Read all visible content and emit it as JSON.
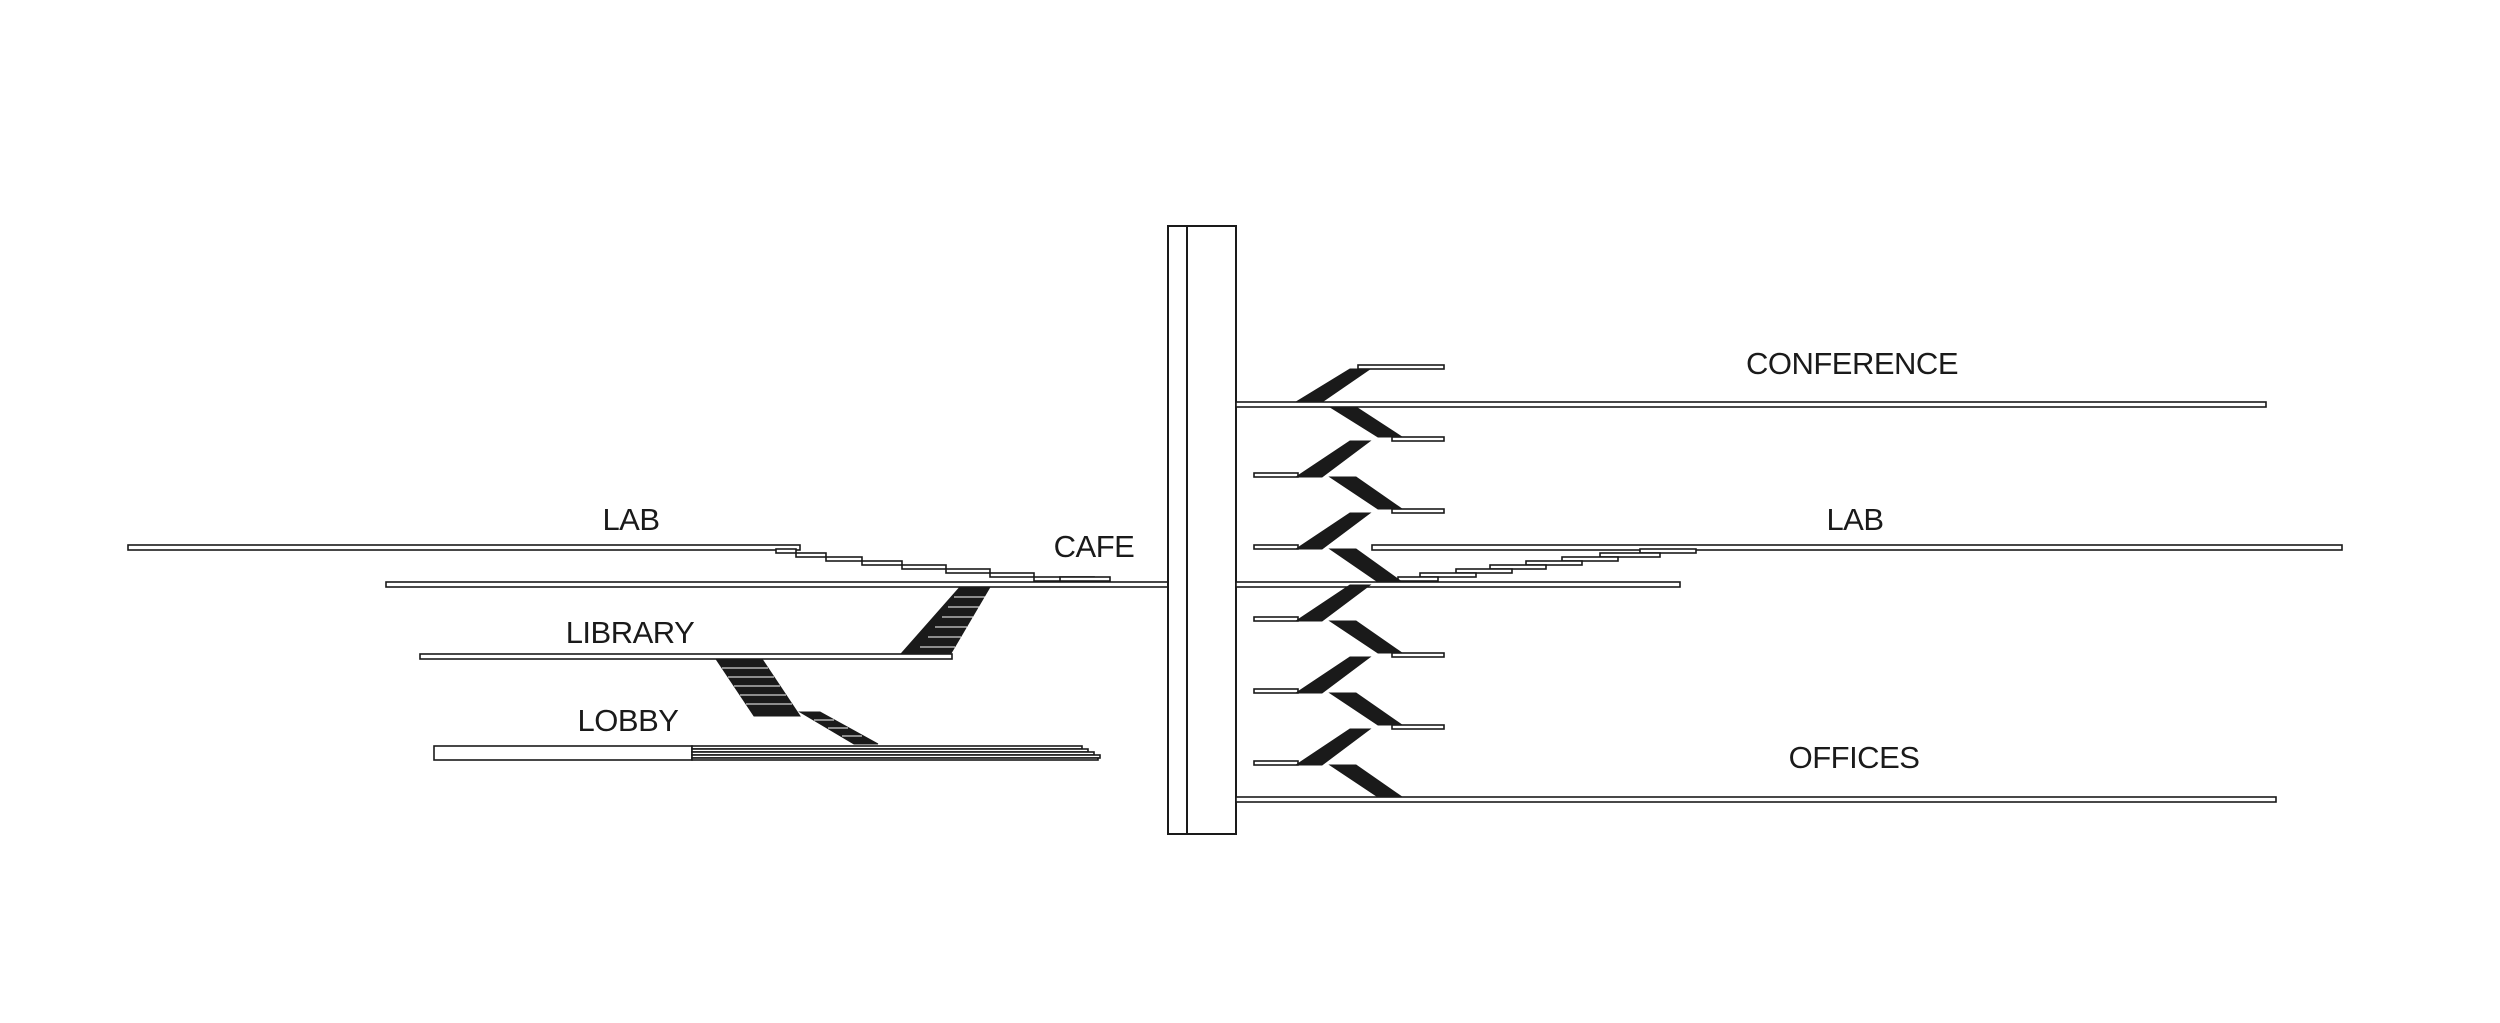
{
  "labels": {
    "lab_left": "LAB",
    "cafe": "CAFE",
    "library": "LIBRARY",
    "lobby": "LOBBY",
    "conference": "CONFERENCE",
    "lab_right": "LAB",
    "offices": "OFFICES"
  },
  "colors": {
    "line": "#1a1a1a",
    "background": "#ffffff"
  }
}
